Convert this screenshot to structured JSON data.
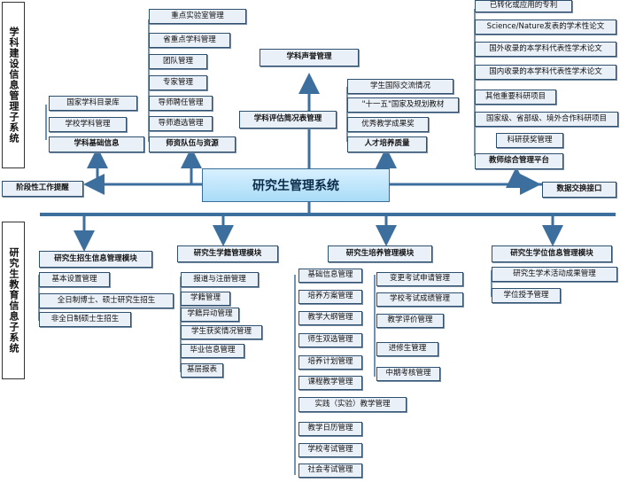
{
  "sections": {
    "top_label": "学科建设信息管理子系统",
    "bottom_label": "研究生教育信息子系统"
  },
  "core": {
    "title": "研究生管理系统"
  },
  "top_left": {
    "research_base": "学科基础信息",
    "national_directory": "国家学科目录库",
    "school_subjects": "学校学科管理",
    "faculty": "师资队伍与资源",
    "faculty_items": [
      "重点实验室管理",
      "省重点学科管理",
      "团队管理",
      "专家管理",
      "导师聘任管理",
      "导师遴选管理"
    ],
    "gateway": "阶段性工作提醒"
  },
  "top_middle": {
    "reputation": "学科声誉管理",
    "evaluation": "学科评估简况表管理"
  },
  "top_right": {
    "talent": "人才培养质量",
    "talent_items": [
      "学生国际交流情况",
      "\"十一五\"国家及规划教材",
      "优秀教学成果奖"
    ],
    "teacher_platform": "教师综合管理平台",
    "teacher_items": [
      "已转化或应用的专利",
      "Science/Nature发表的学术性论文",
      "国外收录的本学科代表性学术论文",
      "国内收录的本学科代表性学术论文",
      "其他重要科研项目",
      "国家级、省部级、境外合作科研项目",
      "科研获奖管理"
    ],
    "exchange": "数据交换接口"
  },
  "modules": {
    "admission": {
      "title": "研究生招生信息管理模块",
      "items": [
        "基本设置管理",
        "全日制博士、硕士研究生招生",
        "非全日制硕士生招生"
      ]
    },
    "status": {
      "title": "研究生学籍管理模块",
      "items": [
        "报道与注册管理",
        "学籍管理",
        "学籍异动管理",
        "学生获奖情况管理",
        "毕业信息管理",
        "基层报表"
      ]
    },
    "training": {
      "title": "研究生培养管理模块",
      "left_items": [
        "基础信息管理",
        "培养方案管理",
        "教学大纲管理",
        "师生双选管理",
        "培养计划管理",
        "课程教学管理"
      ],
      "right_items": [
        "变更考试申请管理",
        "学校考试成绩管理",
        "教学评价管理",
        "进修生管理",
        "中期考核管理"
      ],
      "practice": "实践（实验）教学管理",
      "bottom_items": [
        "教学日历管理",
        "学校考试管理",
        "社会考试管理"
      ]
    },
    "degree": {
      "title": "研究生学位信息管理模块",
      "items": [
        "研究生学术活动成果管理",
        "学位授予管理"
      ]
    }
  }
}
